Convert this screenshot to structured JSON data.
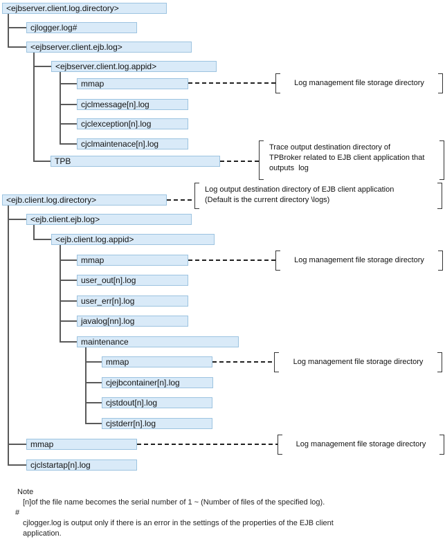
{
  "tree1": {
    "nodes": [
      {
        "label": "<ejbserver.client.log.directory>"
      },
      {
        "label": "cjlogger.log#"
      },
      {
        "label": "<ejbserver.client.ejb.log>"
      },
      {
        "label": "<ejbserver.client.log.appid>"
      },
      {
        "label": "mmap"
      },
      {
        "label": "cjclmessage[n].log"
      },
      {
        "label": "cjclexception[n].log"
      },
      {
        "label": "cjclmaintenace[n].log"
      },
      {
        "label": "TPB"
      }
    ]
  },
  "tree2": {
    "nodes": [
      {
        "label": "<ejb.client.log.directory>"
      },
      {
        "label": "<ejb.client.ejb.log>"
      },
      {
        "label": "<ejb.client.log.appid>"
      },
      {
        "label": "mmap"
      },
      {
        "label": "user_out[n].log"
      },
      {
        "label": "user_err[n].log"
      },
      {
        "label": "javalog[nn].log"
      },
      {
        "label": "maintenance"
      },
      {
        "label": "mmap"
      },
      {
        "label": "cjejbcontainer[n].log"
      },
      {
        "label": "cjstdout[n].log"
      },
      {
        "label": "cjstderr[n].log"
      },
      {
        "label": "mmap"
      },
      {
        "label": "cjclstartap[n].log"
      }
    ]
  },
  "annotations": {
    "log_mgmt": "Log management file storage directory",
    "tpb": {
      "line1": "Trace output destination directory of",
      "line2": "TPBroker related to EJB client application that",
      "line3": "outputs  log"
    },
    "ejb_dir": {
      "line1": "Log output destination directory of EJB client application",
      "line2": "(Default is the current directory \\logs)"
    }
  },
  "note": {
    "heading": "Note",
    "body1": "[n]of the file name becomes the serial number of 1 ~ (Number of files of the specified log).",
    "marker": "#",
    "body2": "cjlogger.log is output only if there is an error in the settings of the properties of the EJB client",
    "body3": "application."
  },
  "colors": {
    "box_fill": "#d9eaf8",
    "box_border": "#9cc3e0",
    "connector": "#595959",
    "dash": "#1f1f1f",
    "bracket": "#333333"
  }
}
